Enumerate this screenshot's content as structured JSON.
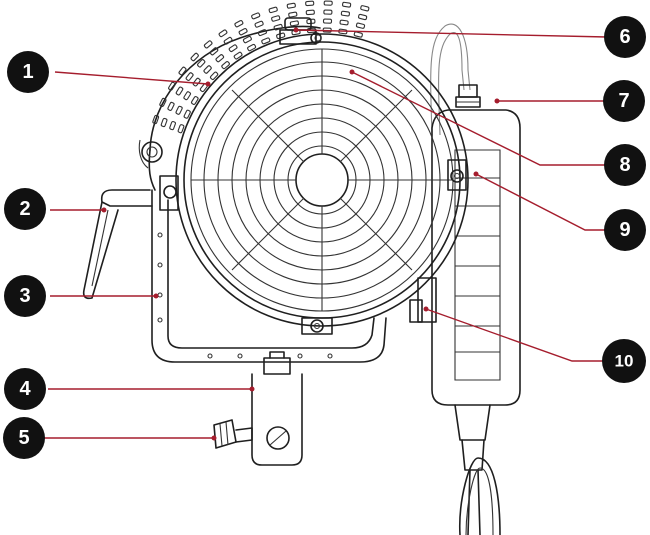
{
  "callouts": [
    {
      "number": "1"
    },
    {
      "number": "2"
    },
    {
      "number": "3"
    },
    {
      "number": "4"
    },
    {
      "number": "5"
    },
    {
      "number": "6"
    },
    {
      "number": "7"
    },
    {
      "number": "8"
    },
    {
      "number": "9"
    },
    {
      "number": "10"
    }
  ],
  "colors": {
    "leader": "#a51d2d",
    "badge": "#111111",
    "badge_text": "#ffffff",
    "line_art": "#1f1f1f"
  }
}
